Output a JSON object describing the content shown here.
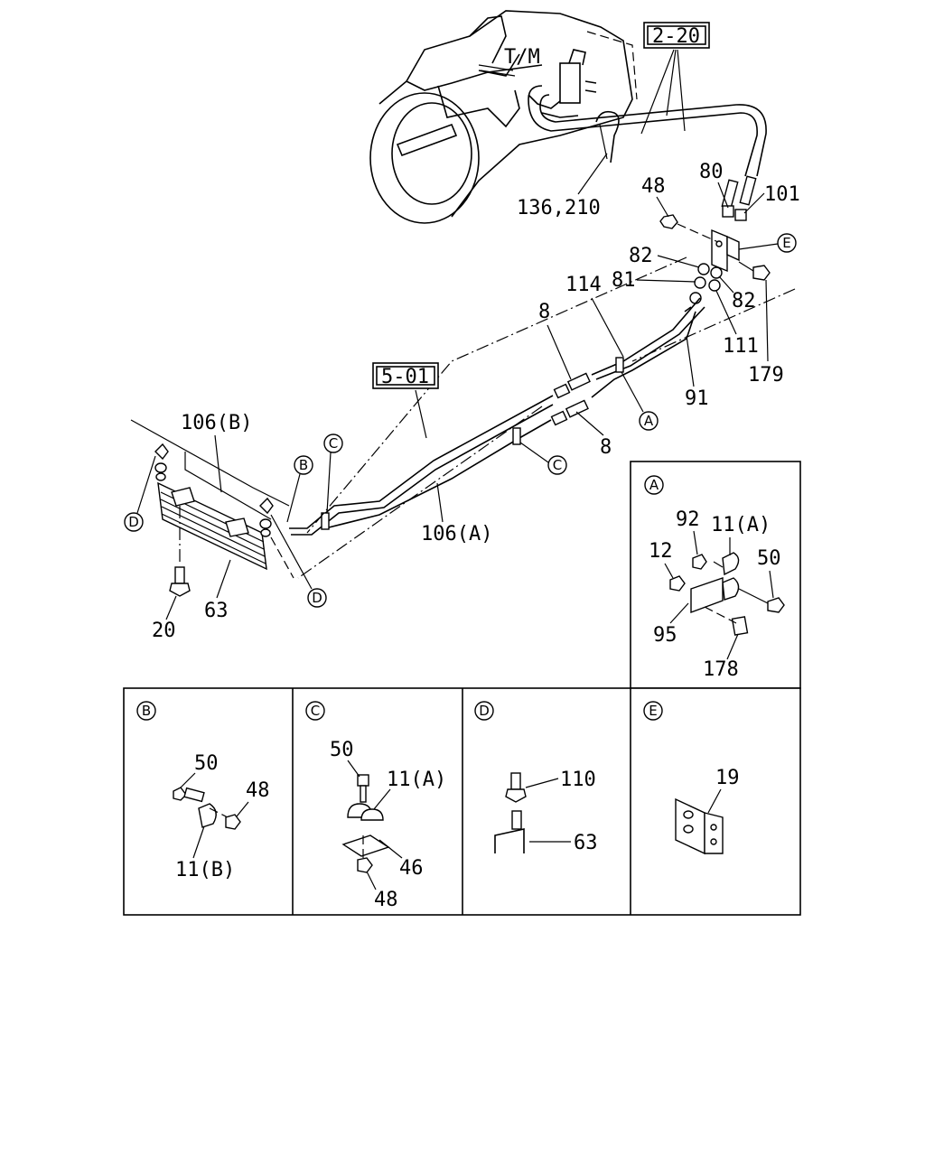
{
  "labels": {
    "tm": "T/M",
    "ref_2_20": "2-20",
    "ref_5_01": "5-01",
    "p136_210": "136,210",
    "p48_top": "48",
    "p80": "80",
    "p101": "101",
    "p82_left": "82",
    "p82_right": "82",
    "p81": "81",
    "p114": "114",
    "p8_top": "8",
    "p8_bottom": "8",
    "p111": "111",
    "p179": "179",
    "p91": "91",
    "p106b": "106(B)",
    "p106a": "106(A)",
    "p63": "63",
    "p20": "20"
  },
  "callouts": {
    "a": "A",
    "b": "B",
    "c": "C",
    "d": "D",
    "e": "E"
  },
  "detail_a": {
    "p92": "92",
    "p11a": "11(A)",
    "p12": "12",
    "p50": "50",
    "p95": "95",
    "p178": "178"
  },
  "detail_b": {
    "p50": "50",
    "p48": "48",
    "p11b": "11(B)"
  },
  "detail_c": {
    "p50": "50",
    "p11a": "11(A)",
    "p46": "46",
    "p48": "48"
  },
  "detail_d": {
    "p110": "110",
    "p63": "63"
  },
  "detail_e": {
    "p19": "19"
  }
}
